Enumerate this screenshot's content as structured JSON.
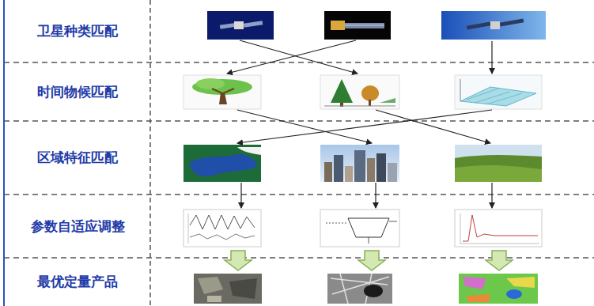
{
  "diagram": {
    "nodes": [
      {
        "text": [
          "卫星种类匹配"
        ]
      },
      {
        "text": [
          "时间物候匹配"
        ]
      },
      {
        "text": [
          "区域特征匹配"
        ]
      },
      {
        "text": [
          "参数自适应调整"
        ]
      },
      {
        "text": [
          "最优定量产品"
        ]
      }
    ]
  }
}
